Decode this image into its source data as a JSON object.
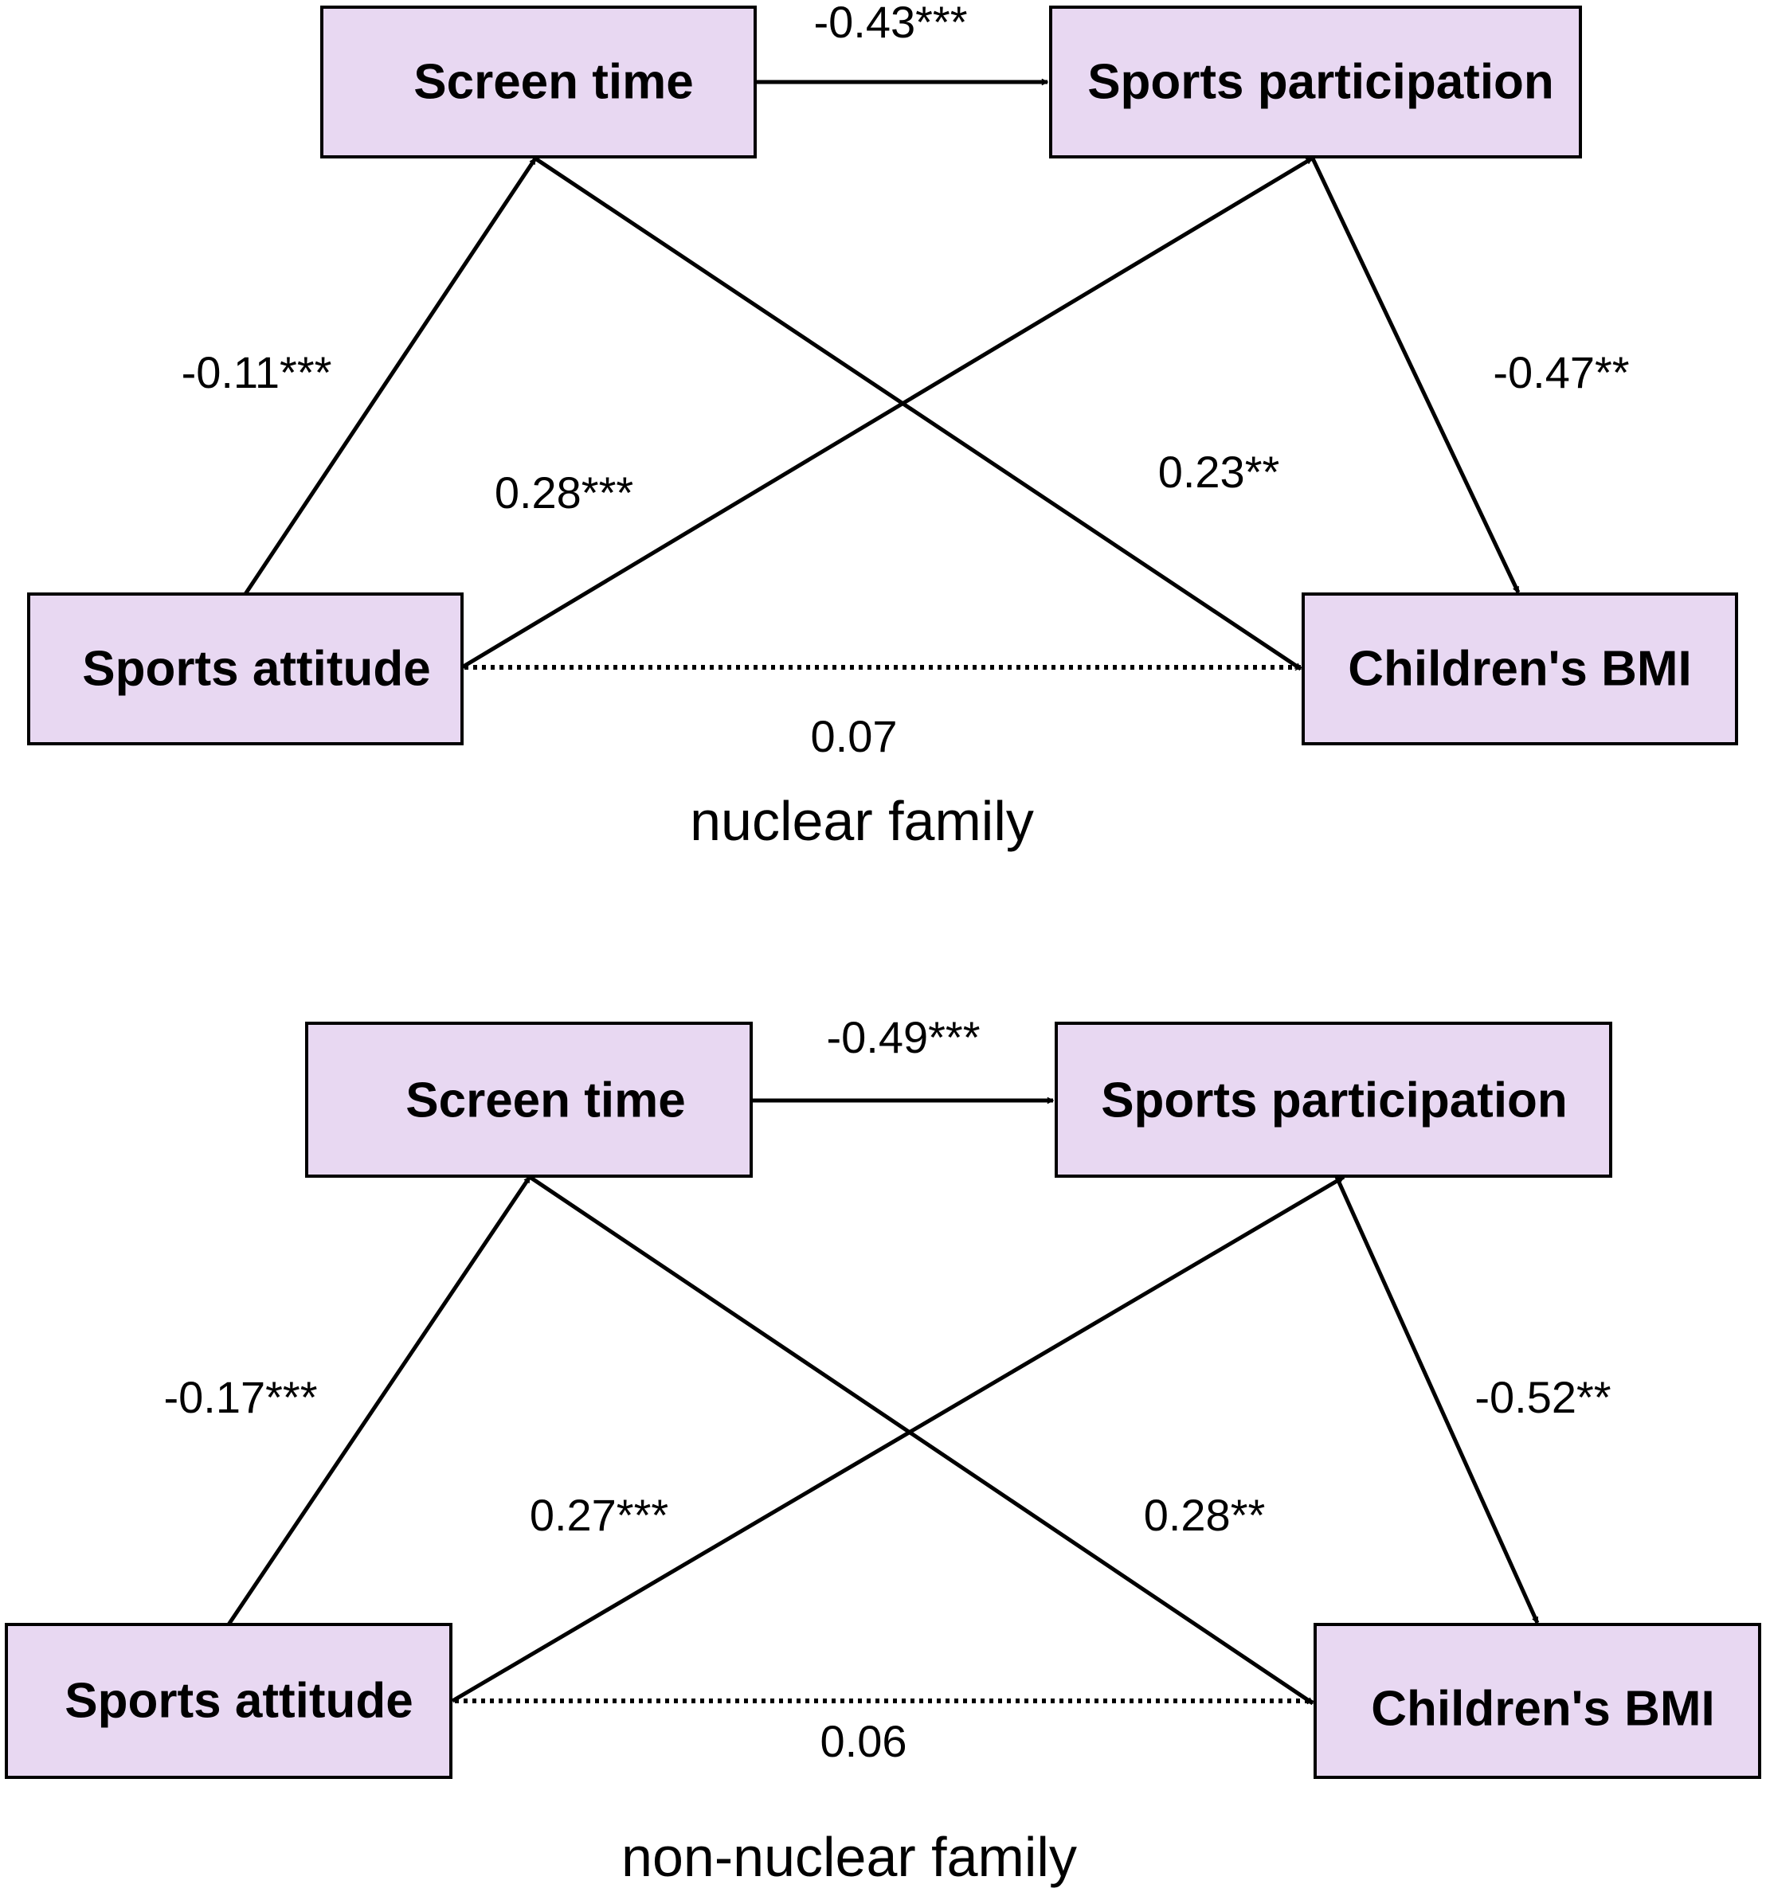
{
  "panels": [
    {
      "caption": "nuclear family",
      "nodes": {
        "screen_time": "Screen time",
        "sports_participation": "Sports participation",
        "sports_attitude": "Sports attitude",
        "childrens_bmi": "Children's BMI"
      },
      "coefficients": {
        "screen_to_participation": "-0.43***",
        "attitude_to_screen": "-0.11***",
        "attitude_to_participation": "0.28***",
        "screen_to_bmi": "0.23**",
        "participation_to_bmi": "-0.47**",
        "attitude_to_bmi": "0.07"
      }
    },
    {
      "caption": "non-nuclear family",
      "nodes": {
        "screen_time": "Screen time",
        "sports_participation": "Sports participation",
        "sports_attitude": "Sports attitude",
        "childrens_bmi": "Children's BMI"
      },
      "coefficients": {
        "screen_to_participation": "-0.49***",
        "attitude_to_screen": "-0.17***",
        "attitude_to_participation": "0.27***",
        "screen_to_bmi": "0.28**",
        "participation_to_bmi": "-0.52**",
        "attitude_to_bmi": "0.06"
      }
    }
  ],
  "colors": {
    "node_fill": "#e8d8f2",
    "stroke": "#000000"
  }
}
